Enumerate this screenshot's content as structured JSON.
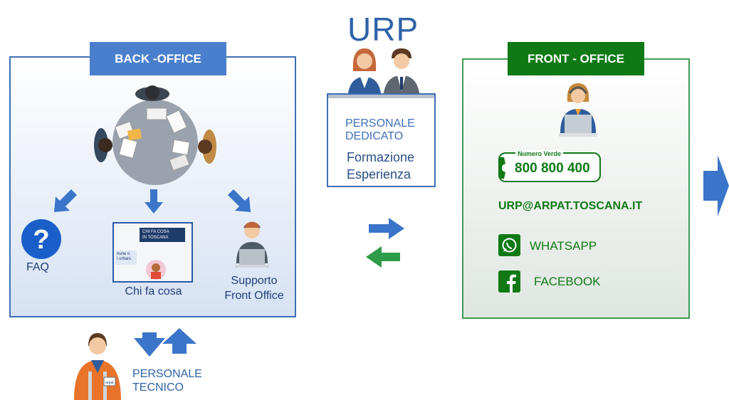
{
  "back_office": {
    "title": "BACK -OFFICE",
    "items": [
      {
        "label": "FAQ",
        "icon": "question-circle-icon"
      },
      {
        "label": "Chi fa cosa",
        "icon": "website-thumbnail"
      },
      {
        "label": "Supporto\nFront Office",
        "icon": "support-operator-icon"
      }
    ],
    "thumbnail": {
      "banner": "CHI FA COSA\nIN TOSCANA",
      "chat": "nune o\ni urbani."
    }
  },
  "urp": {
    "title": "URP",
    "staff_label": "PERSONALE\nDEDICATO",
    "skills": "Formazione\nEsperienza"
  },
  "front_office": {
    "title": "FRONT - OFFICE",
    "numero_verde_label": "Numero Verde",
    "phone": "800 800 400",
    "email": "URP@ARPAT.TOSCANA.IT",
    "channels": [
      {
        "label": "WHATSAPP",
        "icon": "whatsapp-icon"
      },
      {
        "label": "FACEBOOK",
        "icon": "facebook-icon"
      }
    ]
  },
  "technical": {
    "label": "PERSONALE\nTECNICO",
    "badge": "arpat"
  },
  "colors": {
    "back_blue": "#4a7fce",
    "front_green": "#0f7a15",
    "urp_blue": "#2f63a8",
    "arrow_blue": "#3a75c9",
    "arrow_green": "#2d9b48"
  }
}
